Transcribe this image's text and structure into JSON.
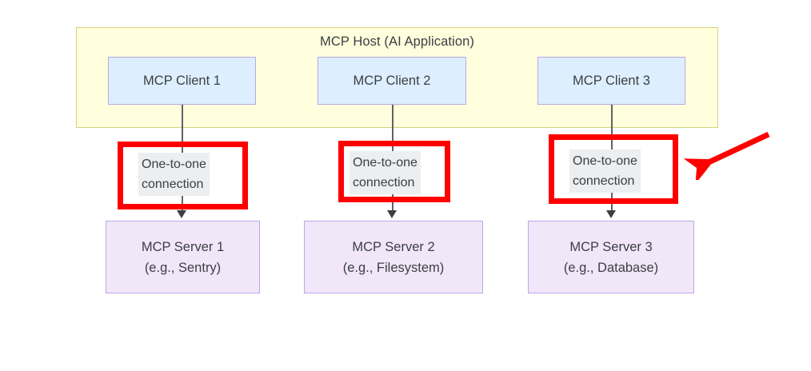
{
  "diagram": {
    "title": "MCP Host (AI Application)",
    "host": {
      "label": "MCP Host (AI Application)",
      "fill_color": "#ffffdd",
      "border_color": "#d6d17a"
    },
    "clients": [
      {
        "label": "MCP Client 1"
      },
      {
        "label": "MCP Client 2"
      },
      {
        "label": "MCP Client 3"
      }
    ],
    "client_style": {
      "fill_color": "#ddeeff",
      "border_color": "#b9a8e8"
    },
    "connections": [
      {
        "label": "One-to-one\nconnection",
        "highlighted": "true"
      },
      {
        "label": "One-to-one\nconnection",
        "highlighted": "true"
      },
      {
        "label": "One-to-one\nconnection",
        "highlighted": "true"
      }
    ],
    "connection_style": {
      "text_background": "#eceef0",
      "highlight_color": "#ff0000",
      "line_color": "#5f6368"
    },
    "servers": [
      {
        "name": "MCP Server 1",
        "example": "(e.g., Sentry)"
      },
      {
        "name": "MCP Server 2",
        "example": "(e.g., Filesystem)"
      },
      {
        "name": "MCP Server 3",
        "example": "(e.g., Database)"
      }
    ],
    "server_style": {
      "fill_color": "#f2e6f9",
      "border_color": "#b9a8e8"
    },
    "annotation": {
      "type": "pointer-arrow",
      "color": "#ff0000",
      "points_to": "One-to-one connection"
    }
  }
}
